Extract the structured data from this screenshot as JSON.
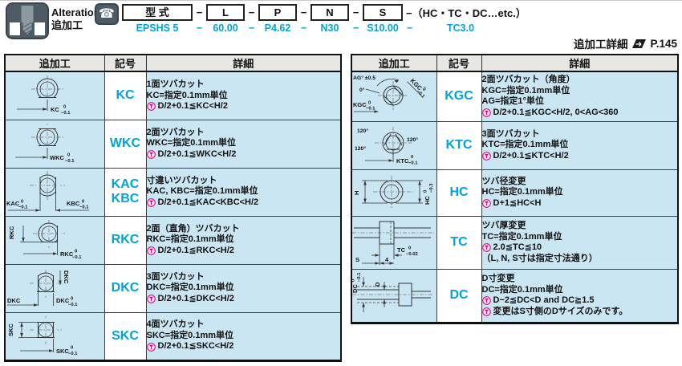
{
  "colors": {
    "accent_cyan": "#00a3d9",
    "note_magenta": "#e6007e",
    "cell_blue": "#cae6f3",
    "header_gray": "#e8e7e4"
  },
  "header": {
    "icon_title_en": "Alterations",
    "icon_title_jp": "追加工",
    "formula": {
      "model_box": "型 式",
      "dash": "−",
      "boxes": [
        "L",
        "P",
        "N",
        "S"
      ],
      "suffix": "−（HC・TC・DC…etc.）",
      "example": {
        "model": "EPSHS 5",
        "dash": "−",
        "v0": "60.00",
        "v1": "P4.62",
        "v2": "N30",
        "v3": "S10.00",
        "extra": "TC3.0"
      }
    },
    "ref": {
      "label": "追加工詳細",
      "page": "P.145"
    }
  },
  "left_table": {
    "headers": [
      "追加工",
      "記号",
      "詳細"
    ],
    "rows": [
      {
        "code": "KC",
        "details": [
          "1面ツバカット",
          "KC=指定0.1mm単位",
          "D/2+0.1≦KC<H/2"
        ],
        "dg": {
          "dim": "KC",
          "t0": "0",
          "t1": "−0.1"
        }
      },
      {
        "code": "WKC",
        "details": [
          "2面ツバカット",
          "WKC=指定0.1mm単位",
          "D/2+0.1≦WKC<H/2"
        ],
        "dg": {
          "dim": "WKC",
          "t0": "0",
          "t1": "−0.1"
        }
      },
      {
        "code": "KAC",
        "code2": "KBC",
        "details": [
          "寸違いツバカット",
          "KAC, KBC=指定0.1mm単位",
          "D/2+0.1≦KAC<KBC<H/2"
        ],
        "dg": {
          "dim1": "KAC",
          "t10": "0",
          "t11": "−0.1",
          "dim2": "KBC",
          "t20": "0",
          "t21": "−0.1"
        }
      },
      {
        "code": "RKC",
        "details": [
          "2面（直角）ツバカット",
          "RKC=指定0.1mm単位",
          "D/2+0.1≦RKC<H/2"
        ],
        "dg": {
          "dimv": "RKC",
          "dim": "RKC",
          "t0": "0",
          "t1": "−0.1"
        }
      },
      {
        "code": "DKC",
        "details": [
          "3面ツバカット",
          "DKC=指定0.1mm単位",
          "D/2+0.1≦DKC<H/2"
        ],
        "dg": {
          "dimv": "DKC",
          "diml": "DKC",
          "dim": "DKC",
          "t0": "0",
          "t1": "−0.1"
        }
      },
      {
        "code": "SKC",
        "details": [
          "4面ツバカット",
          "SKC=指定0.1mm単位",
          "D/2+0.1≦SKC<H/2"
        ],
        "dg": {
          "dimv": "SKC",
          "dim": "SKC",
          "t0": "0",
          "t1": "−0.1"
        }
      }
    ]
  },
  "right_table": {
    "headers": [
      "追加工",
      "記号",
      "詳細"
    ],
    "rows": [
      {
        "code": "KGC",
        "details": [
          "2面ツバカット（角度）",
          "KGC=指定0.1mm単位",
          "AG=指定1°単位",
          "D/2+0.1≦KGC<H/2, 0<AG<360"
        ],
        "dg": {
          "angle": "AG° ±0.5",
          "zero": "0°",
          "dim": "KGC",
          "t0": "0",
          "t1": "−0.1",
          "dimd": "KGC",
          "td0": "0",
          "td1": "−0.1"
        }
      },
      {
        "code": "KTC",
        "details": [
          "3面ツバカット",
          "KTC=指定0.1mm単位",
          "D/2+0.1≦KTC<H/2"
        ],
        "dg": {
          "a1": "120°",
          "a2": "120°",
          "a3": "120°",
          "dim": "KTC",
          "t0": "0",
          "t1": "−0.1"
        }
      },
      {
        "code": "HC",
        "details": [
          "ツバ径変更",
          "HC=指定0.1mm単位",
          "D+1≦HC<H"
        ],
        "dg": {
          "dimv": "H",
          "dimr": "HC",
          "t0": "0",
          "t1": "−0.3"
        }
      },
      {
        "code": "TC",
        "details": [
          "ツバ厚変更",
          "TC=指定0.1mm単位",
          "2.0≦TC≦10",
          "（L, N, S寸は指定寸法通り）"
        ],
        "dg": {
          "dim": "TC",
          "t0": "0",
          "t1": "−0.02",
          "s": "S",
          "w": "4"
        }
      },
      {
        "code": "DC",
        "details": [
          "D寸変更",
          "DC=指定0.1mm単位",
          "D−2≦DC<D and DC≧1.5",
          "変更はS寸側のDサイズのみです。"
        ],
        "dg": {
          "dimv": "DC",
          "t0": "0",
          "t1": "−0.1",
          "d": "D"
        }
      }
    ]
  }
}
